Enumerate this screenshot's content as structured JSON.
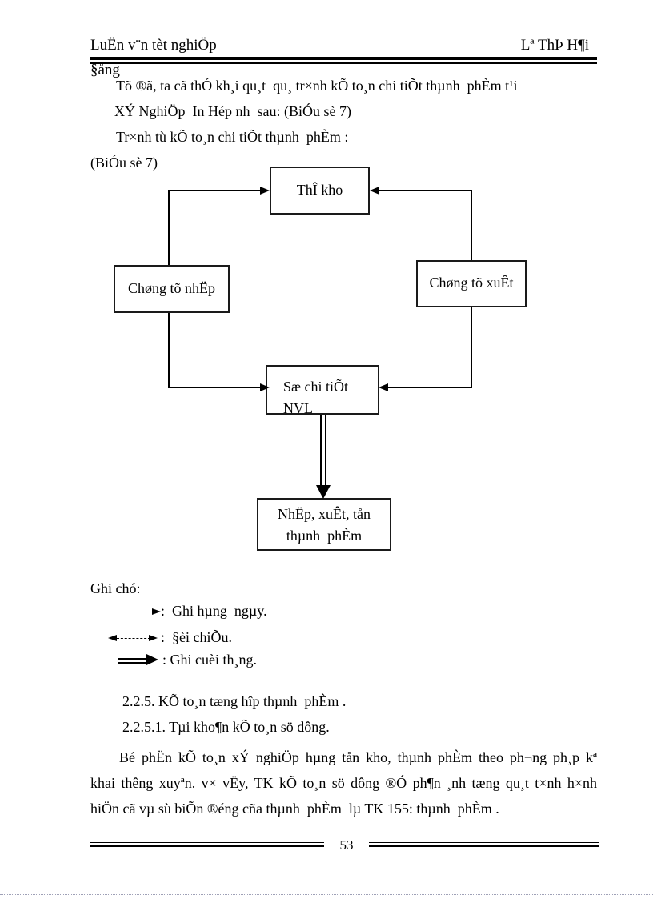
{
  "header": {
    "left": "LuËn v¨n tèt nghiÖp",
    "right": "Lª ThÞ H¶i"
  },
  "intro": {
    "carryover": "§ång",
    "line1": "Tõ ®ã, ta cã thÓ kh¸i qu¸t  qu¸ tr×nh kÕ to¸n chi tiÕt thµnh  phÈm t¹i",
    "line2": "XÝ NghiÖp  In Hép nh  sau: (BiÓu sè 7)",
    "line3": "Tr×nh tù kÕ to¸n chi tiÕt thµnh  phÈm :",
    "line4": "(BiÓu sè 7)"
  },
  "diagram": {
    "boxes": {
      "the_kho": "ThÎ kho",
      "chung_tu_nhap": "Chøng tõ nhËp",
      "chung_tu_xuat": "Chøng tõ xuÊt",
      "so_chi_tiet_line1": "Sæ chi tiÕt",
      "so_chi_tiet_line2": "NVL",
      "nhap_xuat_ton_line1": "NhËp, xuÊt, tån",
      "nhap_xuat_ton_line2": "thµnh  phÈm"
    }
  },
  "legend": {
    "title": "Ghi chó:",
    "items": [
      {
        "arrow": "solid-right-arrow",
        "label": ":  Ghi hµng  ngµy."
      },
      {
        "arrow": "dashed-double-arrow",
        "label": ":  §èi chiÕu."
      },
      {
        "arrow": "double-line-arrow",
        "label": ": Ghi cuèi th¸ng."
      }
    ]
  },
  "sections": {
    "s225": "2.2.5. KÕ to¸n tæng hîp thµnh  phÈm .",
    "s2251": "2.2.5.1. Tµi kho¶n kÕ to¸n sö dông.",
    "para_line1": "Bé phËn kÕ to¸n xÝ nghiÖp  hµng  tån kho, thµnh  phÈm   theo ph¬ng  ph¸p kª",
    "para_line2": "khai thêng  xuyªn. v× vËy, TK kÕ to¸n sö dông ®Ó ph¶n ¸nh tæng qu¸t t×nh h×nh",
    "para_line3": "hiÖn cã vµ sù biÕn ®éng cña thµnh  phÈm  lµ TK 155: thµnh  phÈm ."
  },
  "footer": {
    "page_number": "53"
  }
}
